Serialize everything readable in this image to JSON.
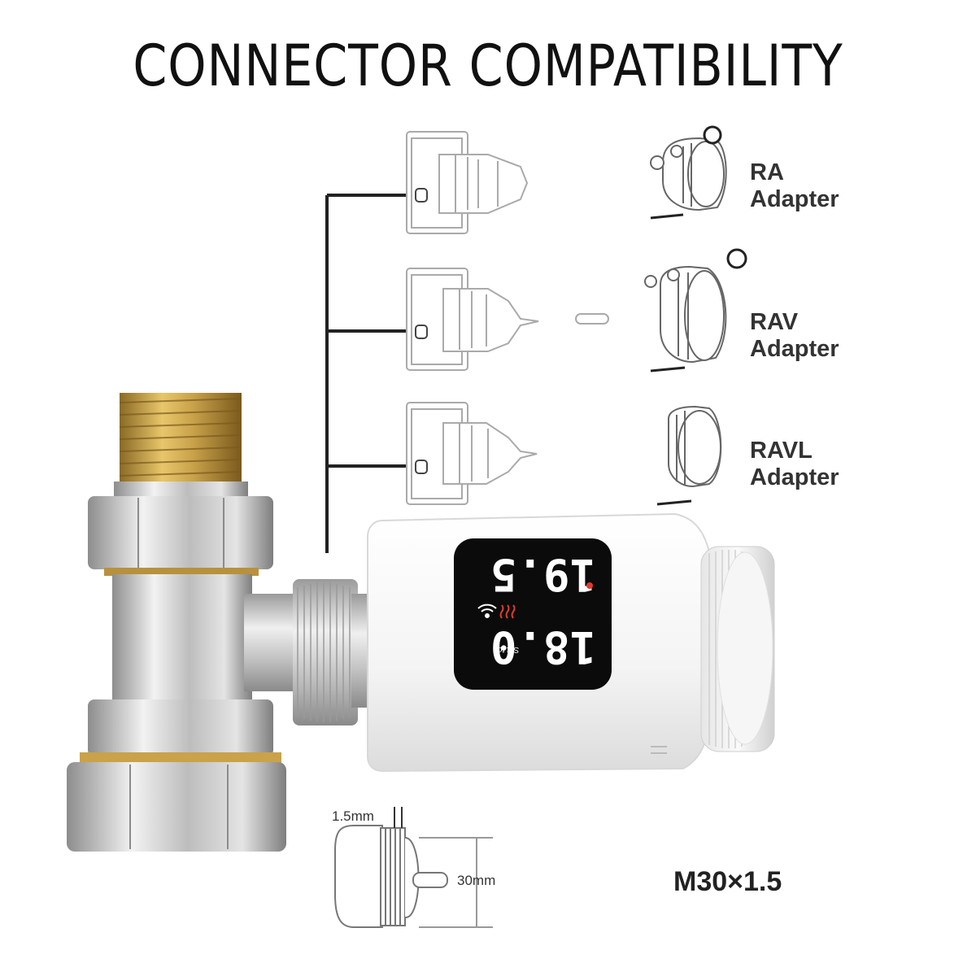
{
  "title": "CONNECTOR COMPATIBILITY",
  "adapters": [
    {
      "name": "RA",
      "word": "Adapter"
    },
    {
      "name": "RAV",
      "word": "Adapter"
    },
    {
      "name": "RAVL",
      "word": "Adapter"
    }
  ],
  "thread_spec": "M30×1.5",
  "dimensions": {
    "gap": "1.5mm",
    "diameter": "30mm"
  },
  "display": {
    "current_temp": "19.5",
    "set_temp": "18.0",
    "set_label": "Set to"
  },
  "colors": {
    "brass": "#c9a24a",
    "chrome": "#cfcfcf",
    "lcd": "#0b0b0b",
    "body": "#f4f4f4",
    "accent_red": "#e23b2e"
  }
}
